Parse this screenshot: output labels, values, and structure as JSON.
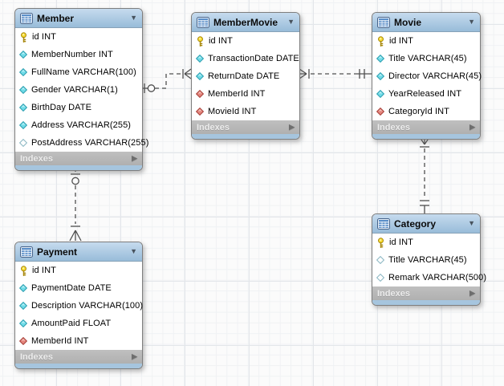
{
  "diagram": {
    "glyphs": {
      "collapse": "▼",
      "expand": "▶"
    },
    "colors": {
      "table_header": "#a9c6df",
      "indexes_bar": "#b6b6b6",
      "accent_strip": "#a6c5de",
      "primary_key_icon": "#f5d929",
      "not_null_icon": "#6fdbe8",
      "foreign_key_icon": "#e4847c",
      "relationship_line": "#4f4f4f"
    },
    "tables": [
      {
        "name": "Member",
        "footer": "Indexes",
        "columns": [
          {
            "icon": "primary-key",
            "text": "id INT"
          },
          {
            "icon": "not-null",
            "text": "MemberNumber INT"
          },
          {
            "icon": "not-null",
            "text": "FullName VARCHAR(100)"
          },
          {
            "icon": "not-null",
            "text": "Gender VARCHAR(1)"
          },
          {
            "icon": "not-null",
            "text": "BirthDay DATE"
          },
          {
            "icon": "not-null",
            "text": "Address VARCHAR(255)"
          },
          {
            "icon": "nullable",
            "text": "PostAddress VARCHAR(255)"
          }
        ]
      },
      {
        "name": "MemberMovie",
        "footer": "Indexes",
        "columns": [
          {
            "icon": "primary-key",
            "text": "id INT"
          },
          {
            "icon": "not-null",
            "text": "TransactionDate DATE"
          },
          {
            "icon": "not-null",
            "text": "ReturnDate DATE"
          },
          {
            "icon": "foreign-key",
            "text": "MemberId INT"
          },
          {
            "icon": "foreign-key",
            "text": "MovieId INT"
          }
        ]
      },
      {
        "name": "Movie",
        "footer": "Indexes",
        "columns": [
          {
            "icon": "primary-key",
            "text": "id INT"
          },
          {
            "icon": "not-null",
            "text": "Title VARCHAR(45)"
          },
          {
            "icon": "not-null",
            "text": "Director VARCHAR(45)"
          },
          {
            "icon": "not-null",
            "text": "YearReleased INT"
          },
          {
            "icon": "foreign-key",
            "text": "CategoryId INT"
          }
        ]
      },
      {
        "name": "Category",
        "footer": "Indexes",
        "columns": [
          {
            "icon": "primary-key",
            "text": "id INT"
          },
          {
            "icon": "nullable",
            "text": "Title VARCHAR(45)"
          },
          {
            "icon": "nullable",
            "text": "Remark VARCHAR(500)"
          }
        ]
      },
      {
        "name": "Payment",
        "footer": "Indexes",
        "columns": [
          {
            "icon": "primary-key",
            "text": "id INT"
          },
          {
            "icon": "not-null",
            "text": "PaymentDate DATE"
          },
          {
            "icon": "not-null",
            "text": "Description VARCHAR(100)"
          },
          {
            "icon": "not-null",
            "text": "AmountPaid FLOAT"
          },
          {
            "icon": "foreign-key",
            "text": "MemberId INT"
          }
        ]
      }
    ],
    "relationships": [
      {
        "from": "Member",
        "to": "MemberMovie",
        "style": "non-identifying (dashed)",
        "from_end": "zero-or-one",
        "to_end": "many-mandatory"
      },
      {
        "from": "Movie",
        "to": "MemberMovie",
        "style": "non-identifying (dashed)",
        "from_end": "exactly-one",
        "to_end": "many-mandatory"
      },
      {
        "from": "Category",
        "to": "Movie",
        "style": "non-identifying (dashed)",
        "from_end": "exactly-one",
        "to_end": "many-mandatory"
      },
      {
        "from": "Member",
        "to": "Payment",
        "style": "non-identifying (dashed)",
        "from_end": "zero-or-one",
        "to_end": "many-mandatory"
      }
    ]
  }
}
